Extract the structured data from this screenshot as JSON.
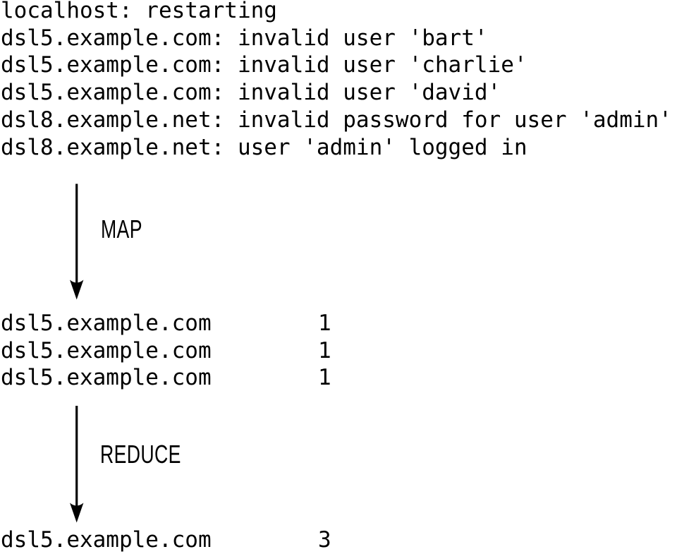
{
  "page": {
    "background": "#ffffff",
    "text_color": "#000000",
    "arrow_color": "#000000"
  },
  "log_input": {
    "lines": [
      "localhost: restarting",
      "dsl5.example.com: invalid user 'bart'",
      "dsl5.example.com: invalid user 'charlie'",
      "dsl5.example.com: invalid user 'david'",
      "dsl8.example.net: invalid password for user 'admin'",
      "dsl8.example.net: user 'admin' logged in"
    ]
  },
  "map_stage": {
    "label": "MAP"
  },
  "map_output": {
    "rows": [
      {
        "key": "dsl5.example.com",
        "value": "1"
      },
      {
        "key": "dsl5.example.com",
        "value": "1"
      },
      {
        "key": "dsl5.example.com",
        "value": "1"
      }
    ]
  },
  "reduce_stage": {
    "label": "REDUCE"
  },
  "reduce_output": {
    "rows": [
      {
        "key": "dsl5.example.com",
        "value": "3"
      }
    ]
  }
}
